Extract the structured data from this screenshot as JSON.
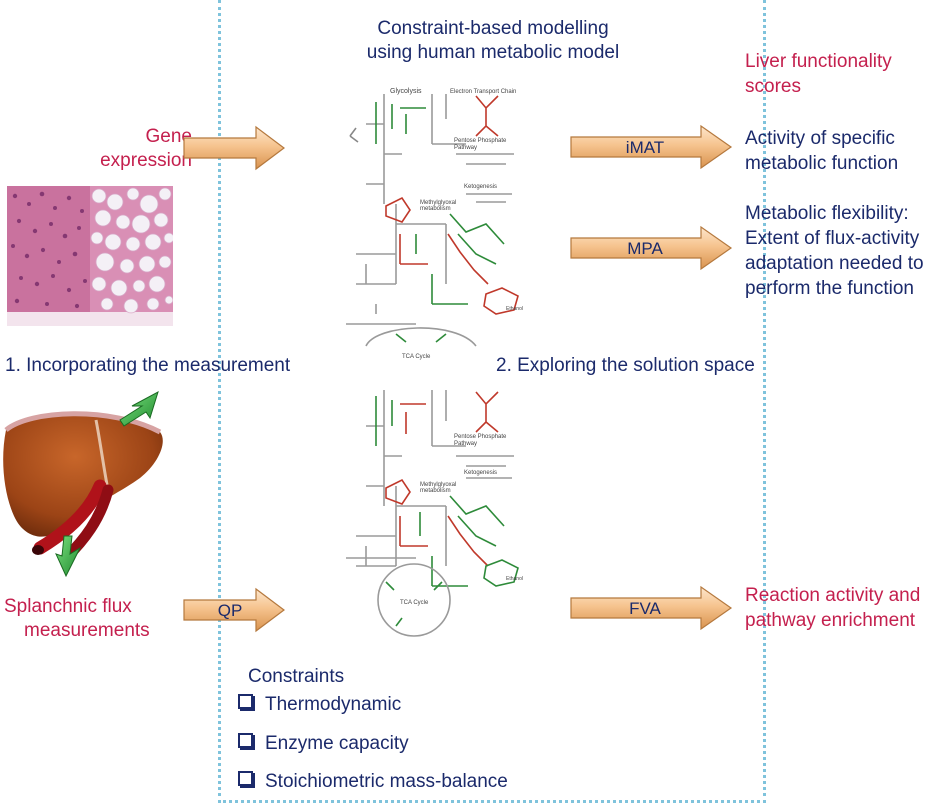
{
  "top_title_line1": "Constraint-based modelling",
  "top_title_line2": "using human metabolic model",
  "gene_expression_line1": "Gene",
  "gene_expression_line2": "expression",
  "liver_scores_line1": "Liver functionality",
  "liver_scores_line2": "scores",
  "activity_line1": "Activity of specific",
  "activity_line2": "metabolic function",
  "flex_line1": "Metabolic flexibility:",
  "flex_line2": "Extent of flux-activity",
  "flex_line3": "adaptation needed to",
  "flex_line4": "perform the function",
  "step1": "1. Incorporating the measurement",
  "step2": "2. Exploring the solution space",
  "splanchnic_line1": "Splanchnic flux",
  "splanchnic_line2": "measurements",
  "reaction_line1": "Reaction activity and",
  "reaction_line2": "pathway enrichment",
  "constraints_title": "Constraints",
  "constraints": [
    "Thermodynamic",
    "Enzyme capacity",
    "Stoichiometric mass-balance"
  ],
  "arrows": {
    "imat": "iMAT",
    "mpa": "MPA",
    "qp": "QP",
    "fva": "FVA"
  },
  "network_top": {
    "glycolysis": "Glycolysis",
    "etc": "Electron Transport Chain",
    "ppp1": "Pentose Phosphate",
    "ppp2": "Pathway",
    "ketogenesis": "Ketogenesis",
    "methyl1": "Methylglyoxal",
    "methyl2": "metabolism",
    "ethanol": "Ethanol",
    "tca": "TCA Cycle"
  },
  "network_bottom": {
    "ppp1": "Pentose Phosphate",
    "ppp2": "Pathway",
    "ketogenesis": "Ketogenesis",
    "methyl1": "Methylglyoxal",
    "methyl2": "metabolism",
    "ethanol": "Ethanol",
    "tca": "TCA Cycle"
  },
  "colors": {
    "navy": "#1b2a6b",
    "red_text": "#c4204e",
    "box_border": "#7fc3dc",
    "arrow_fill": "#f3c89a"
  }
}
